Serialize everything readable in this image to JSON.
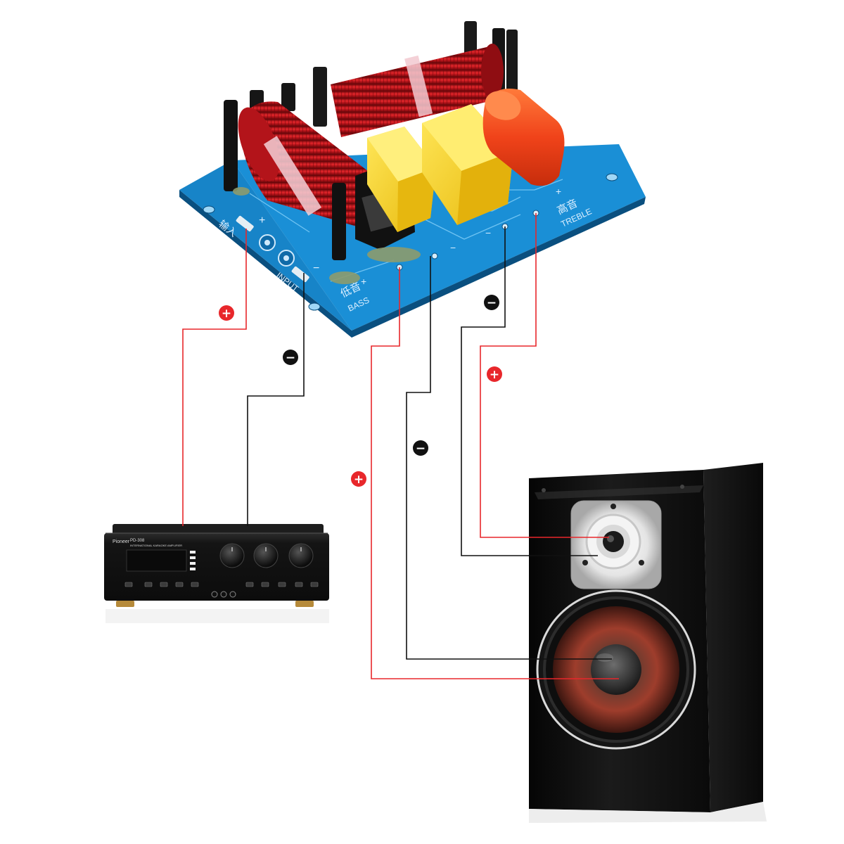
{
  "board": {
    "input_label": "INPUT",
    "input_cn": "输入",
    "bass_label": "BASS",
    "bass_cn": "低音",
    "treble_label": "TREBLE",
    "treble_cn": "高音",
    "plus_sign": "+",
    "minus_sign": "−"
  },
  "amplifier": {
    "brand": "Pioneer",
    "model": "PD-308",
    "subtitle": "INTERNATIONAL KARAOKE AMPLIFIER"
  },
  "connections": [
    {
      "name": "amp-positive-to-input",
      "polarity": "+",
      "color": "#e8272b"
    },
    {
      "name": "amp-negative-to-input",
      "polarity": "−",
      "color": "#111111"
    },
    {
      "name": "bass-positive-to-woofer",
      "polarity": "+",
      "color": "#e8272b"
    },
    {
      "name": "bass-negative-to-woofer",
      "polarity": "−",
      "color": "#111111"
    },
    {
      "name": "treble-negative-to-tweeter",
      "polarity": "−",
      "color": "#111111"
    },
    {
      "name": "treble-positive-to-tweeter",
      "polarity": "+",
      "color": "#e8272b"
    }
  ],
  "colors": {
    "pcb": "#1a8fd6",
    "coil": "#c4161c",
    "capacitor_yellow": "#f4d417",
    "capacitor_orange": "#f0431a",
    "wire_positive": "#e8272b",
    "wire_negative": "#111111"
  }
}
